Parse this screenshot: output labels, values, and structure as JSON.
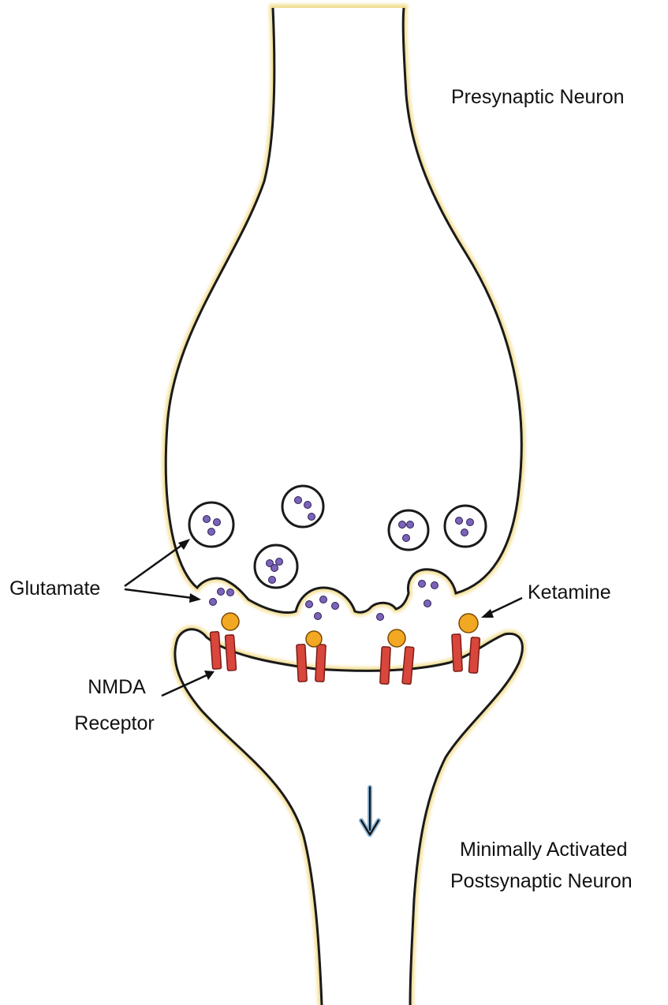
{
  "labels": {
    "presynaptic": "Presynaptic Neuron",
    "glutamate": "Glutamate",
    "ketamine": "Ketamine",
    "nmda_line1": "NMDA",
    "nmda_line2": "Receptor",
    "post_line1": "Minimally Activated",
    "post_line2": "Postsynaptic Neuron"
  },
  "colors": {
    "membrane_fill": "#fdf2c2",
    "membrane_outline": "#1a1a1a",
    "receptor": "#d9463b",
    "ketamine": "#f3a823",
    "glutamate": "#7a63b8",
    "arrow_tint": "#8ab4d6"
  },
  "icons": {
    "signal_arrow": "down-arrow-icon"
  }
}
